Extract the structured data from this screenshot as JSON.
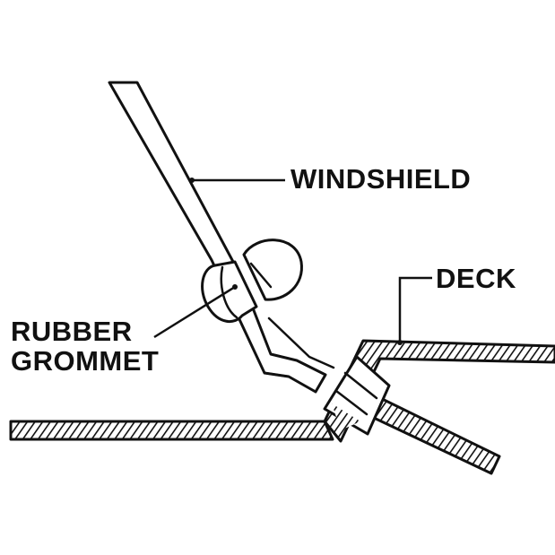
{
  "labels": {
    "windshield": "WINDSHIELD",
    "deck": "DECK",
    "rubber_grommet_line1": "RUBBER",
    "rubber_grommet_line2": "GROMMET"
  },
  "colors": {
    "ink": "#111111",
    "background": "#ffffff"
  }
}
